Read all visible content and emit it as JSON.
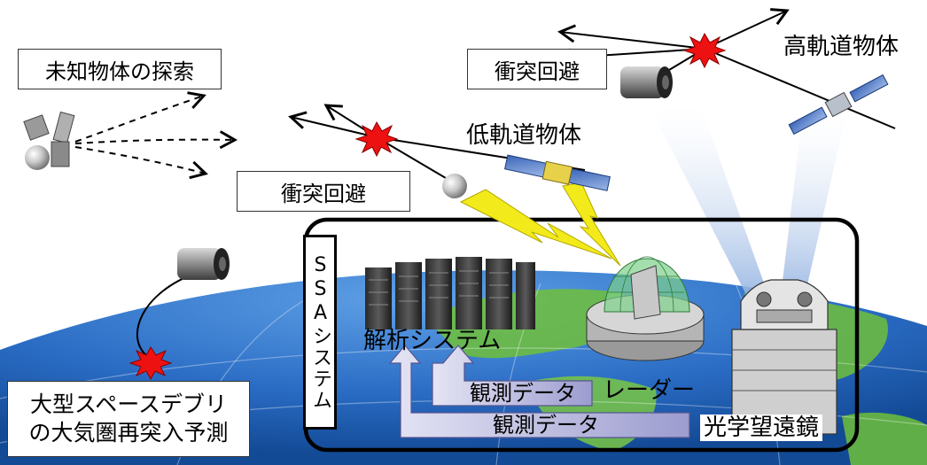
{
  "labels": {
    "unknown_search": "未知物体の探索",
    "collision_avoid_high": "衝突回避",
    "high_orbit": "高軌道物体",
    "low_orbit": "低軌道物体",
    "collision_avoid_low": "衝突回避",
    "ssa_system": "SSAシステム",
    "analysis_system": "解析システム",
    "radar": "レーダー",
    "observation_data_1": "観測データ",
    "observation_data_2": "観測データ",
    "telescope": "光学望遠鏡",
    "reentry_line1": "大型スペースデブリ",
    "reentry_line2": "の大気圏再突入予測"
  },
  "colors": {
    "explosion": "#ee1111",
    "lightning": "#f2ea1a",
    "beam": "#9fb9e0",
    "arrow_fill": "#b8b8dc",
    "earth_blue": "#2a6cc4",
    "earth_green": "#6fbf3a"
  }
}
